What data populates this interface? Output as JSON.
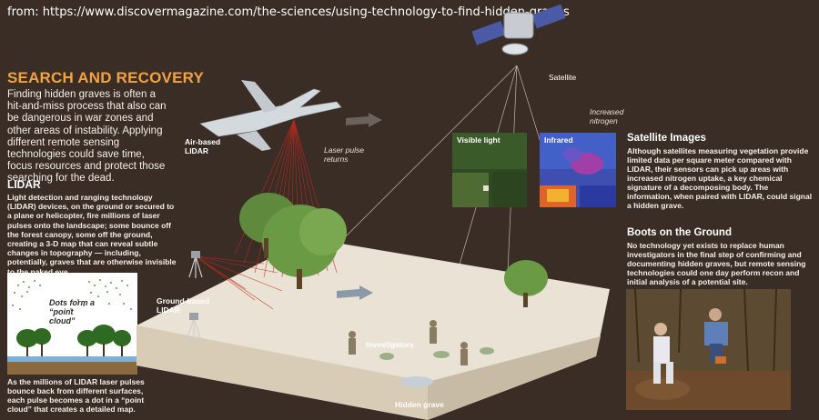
{
  "source_line": "from: https://www.discovermagazine.com/the-sciences/using-technology-to-find-hidden-graves",
  "header": {
    "title": "SEARCH AND RECOVERY",
    "intro": "Finding hidden graves is often a hit-and-miss process that also can be dangerous in war zones and other areas of instability. Applying different remote sensing technologies could save time, focus resources and protect those searching for the dead."
  },
  "lidar": {
    "heading": "LIDAR",
    "body": "Light detection and ranging technology (LIDAR) devices, on the ground or secured to a plane or helicopter, fire millions of laser pulses onto the landscape; some bounce off the forest canopy, some off the ground, creating a 3-D map that can reveal subtle changes in topography — including, potentially, graves that are otherwise invisible to the naked eye.",
    "point_cloud_label": "Dots form a “point cloud”",
    "caption": "As the millions of LIDAR laser pulses bounce back from different surfaces, each pulse becomes a dot in a “point cloud” that creates a detailed map."
  },
  "diagram_labels": {
    "satellite": "Satellite",
    "air_lidar": "Air-based LIDAR",
    "laser_returns": "Laser pulse returns",
    "ground_lidar": "Ground-based LIDAR",
    "investigators": "Investigators",
    "hidden_grave": "Hidden grave",
    "visible_light": "Visible light",
    "infrared": "Infrared",
    "increased_nitrogen": "Increased nitrogen"
  },
  "satellite_images": {
    "heading": "Satellite Images",
    "body": "Although satellites measuring vegetation provide limited data per square meter compared with LIDAR, their sensors can pick up areas with increased nitrogen uptake, a key chemical signature of a decomposing body. The information, when paired with LIDAR, could signal a hidden grave."
  },
  "boots": {
    "heading": "Boots on the Ground",
    "body": "No technology yet exists to replace human investigators in the final step of confirming and documenting hidden graves, but remote sensing technologies could one day perform recon and initial analysis of a potential site."
  },
  "colors": {
    "background": "#3a2d26",
    "title_accent": "#f1a341",
    "laser": "#c4281d",
    "terrain": "#e8dfcf"
  }
}
